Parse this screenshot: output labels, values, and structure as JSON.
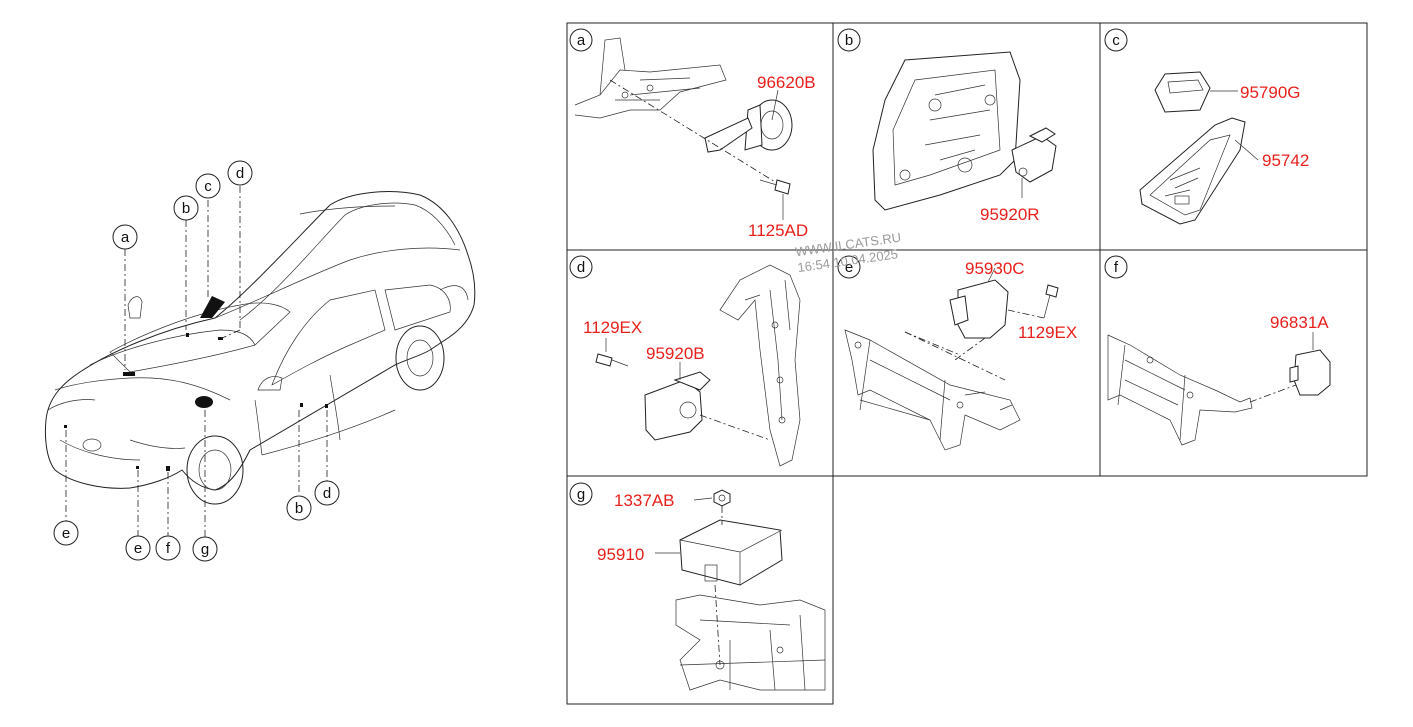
{
  "car_callouts": [
    "a",
    "b",
    "c",
    "d",
    "b",
    "d",
    "e",
    "e",
    "f",
    "g"
  ],
  "panels": [
    {
      "letter": "a",
      "parts": [
        "96620B",
        "1125AD"
      ]
    },
    {
      "letter": "b",
      "parts": [
        "95920R"
      ]
    },
    {
      "letter": "c",
      "parts": [
        "95790G",
        "95742"
      ]
    },
    {
      "letter": "d",
      "parts": [
        "1129EX",
        "95920B"
      ]
    },
    {
      "letter": "e",
      "parts": [
        "95930C",
        "1129EX"
      ]
    },
    {
      "letter": "f",
      "parts": [
        "96831A"
      ]
    },
    {
      "letter": "g",
      "parts": [
        "1337AB",
        "95910"
      ]
    }
  ],
  "watermark": {
    "line1": "WWW.ILCATS.RU",
    "line2": "16:54 10.04.2025"
  },
  "colors": {
    "part_label": "#e8201c",
    "line": "#222222",
    "watermark": "#9a9a9a"
  }
}
